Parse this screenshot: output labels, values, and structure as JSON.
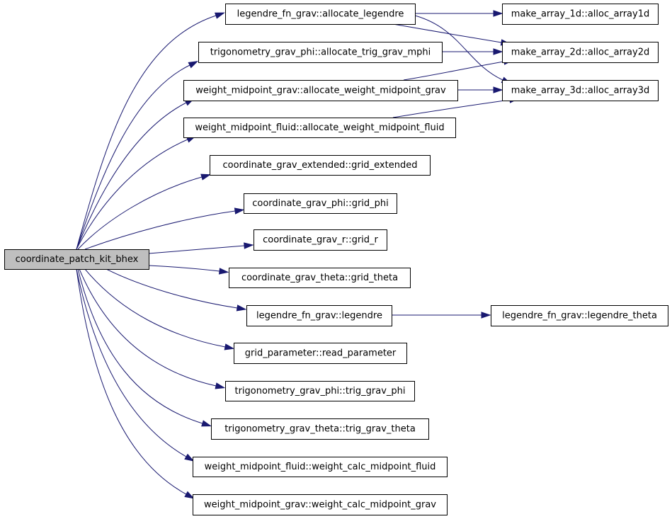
{
  "diagram": {
    "type": "call-graph",
    "edge_color": "#191970",
    "root_fill": "#bfbfbf",
    "nodes": [
      {
        "id": "root",
        "label": "coordinate_patch_kit_bhex",
        "root": true
      },
      {
        "id": "alloc_leg",
        "label": "legendre_fn_grav::allocate_legendre"
      },
      {
        "id": "alloc_trig",
        "label": "trigonometry_grav_phi::allocate_trig_grav_mphi"
      },
      {
        "id": "alloc_wmg",
        "label": "weight_midpoint_grav::allocate_weight_midpoint_grav"
      },
      {
        "id": "alloc_wmf",
        "label": "weight_midpoint_fluid::allocate_weight_midpoint_fluid"
      },
      {
        "id": "grid_ext",
        "label": "coordinate_grav_extended::grid_extended"
      },
      {
        "id": "grid_phi",
        "label": "coordinate_grav_phi::grid_phi"
      },
      {
        "id": "grid_r",
        "label": "coordinate_grav_r::grid_r"
      },
      {
        "id": "grid_theta",
        "label": "coordinate_grav_theta::grid_theta"
      },
      {
        "id": "legendre",
        "label": "legendre_fn_grav::legendre"
      },
      {
        "id": "read_param",
        "label": "grid_parameter::read_parameter"
      },
      {
        "id": "trig_phi",
        "label": "trigonometry_grav_phi::trig_grav_phi"
      },
      {
        "id": "trig_theta",
        "label": "trigonometry_grav_theta::trig_grav_theta"
      },
      {
        "id": "wcalc_f",
        "label": "weight_midpoint_fluid::weight_calc_midpoint_fluid"
      },
      {
        "id": "wcalc_g",
        "label": "weight_midpoint_grav::weight_calc_midpoint_grav"
      },
      {
        "id": "arr1d",
        "label": "make_array_1d::alloc_array1d"
      },
      {
        "id": "arr2d",
        "label": "make_array_2d::alloc_array2d"
      },
      {
        "id": "arr3d",
        "label": "make_array_3d::alloc_array3d"
      },
      {
        "id": "leg_theta",
        "label": "legendre_fn_grav::legendre_theta"
      }
    ],
    "edges": [
      [
        "root",
        "alloc_leg"
      ],
      [
        "root",
        "alloc_trig"
      ],
      [
        "root",
        "alloc_wmg"
      ],
      [
        "root",
        "alloc_wmf"
      ],
      [
        "root",
        "grid_ext"
      ],
      [
        "root",
        "grid_phi"
      ],
      [
        "root",
        "grid_r"
      ],
      [
        "root",
        "grid_theta"
      ],
      [
        "root",
        "legendre"
      ],
      [
        "root",
        "read_param"
      ],
      [
        "root",
        "trig_phi"
      ],
      [
        "root",
        "trig_theta"
      ],
      [
        "root",
        "wcalc_f"
      ],
      [
        "root",
        "wcalc_g"
      ],
      [
        "alloc_leg",
        "arr1d"
      ],
      [
        "alloc_leg",
        "arr2d"
      ],
      [
        "alloc_leg",
        "arr3d"
      ],
      [
        "alloc_trig",
        "arr2d"
      ],
      [
        "alloc_wmg",
        "arr2d"
      ],
      [
        "alloc_wmg",
        "arr3d"
      ],
      [
        "alloc_wmf",
        "arr3d"
      ],
      [
        "legendre",
        "leg_theta"
      ]
    ]
  }
}
